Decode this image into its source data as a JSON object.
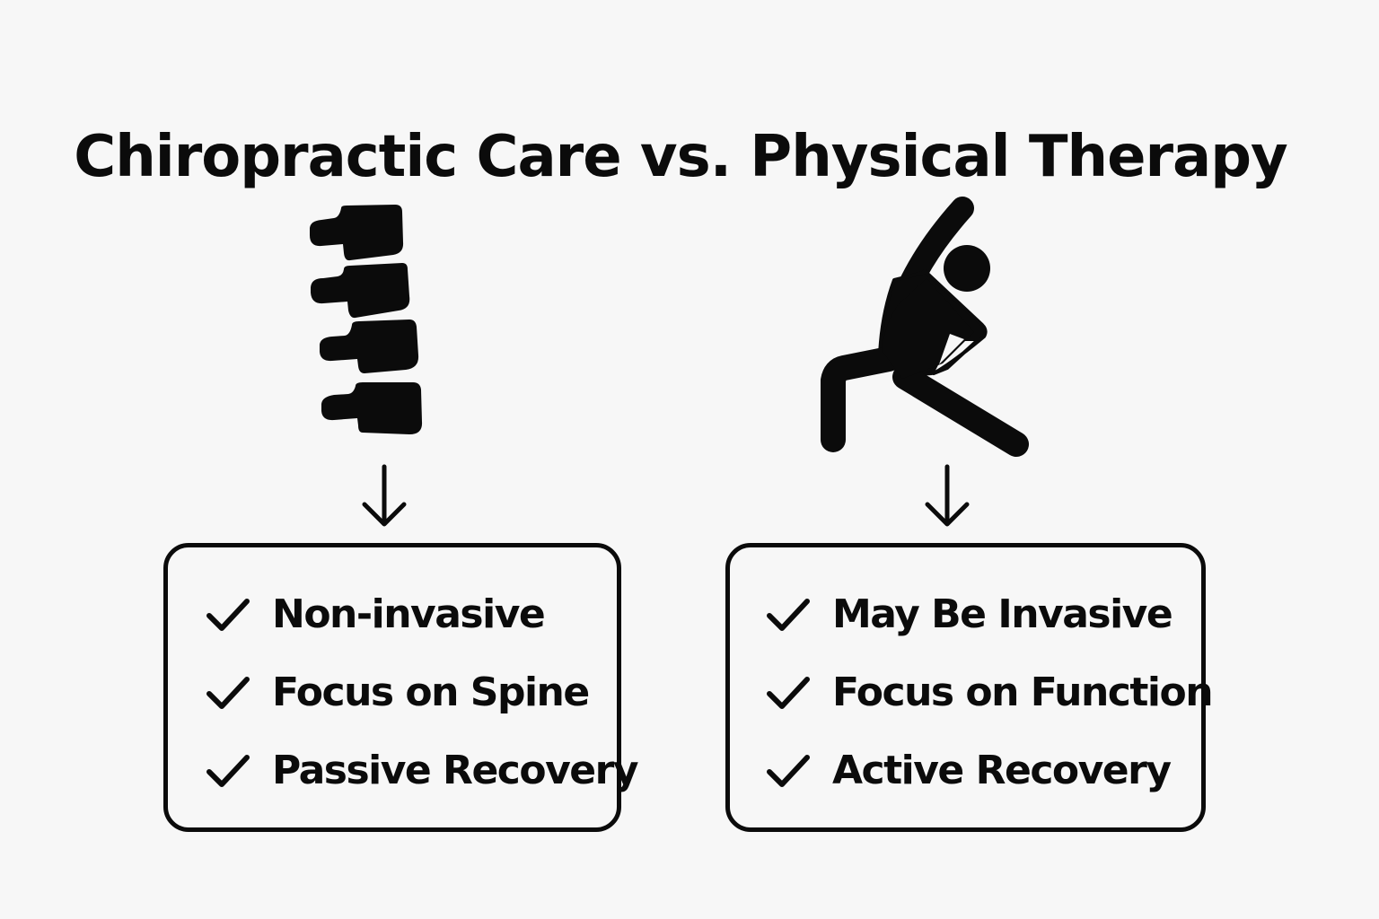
{
  "title": "Chiropractic Care vs. Physical Therapy",
  "columns": [
    {
      "name": "Chiropractic Care",
      "icon": "spine-icon",
      "connector_icon": "arrow-down-icon",
      "items": [
        {
          "icon": "checkmark-icon",
          "label": "Non-invasive"
        },
        {
          "icon": "checkmark-icon",
          "label": "Focus on Spine"
        },
        {
          "icon": "checkmark-icon",
          "label": "Passive Recovery"
        }
      ]
    },
    {
      "name": "Physical Therapy",
      "icon": "stretching-person-icon",
      "connector_icon": "arrow-down-icon",
      "items": [
        {
          "icon": "checkmark-icon",
          "label": "May Be Invasive"
        },
        {
          "icon": "checkmark-icon",
          "label": "Focus on Function"
        },
        {
          "icon": "checkmark-icon",
          "label": "Active Recovery"
        }
      ]
    }
  ],
  "colors": {
    "background": "#f7f7f7",
    "foreground": "#0b0b0b"
  }
}
